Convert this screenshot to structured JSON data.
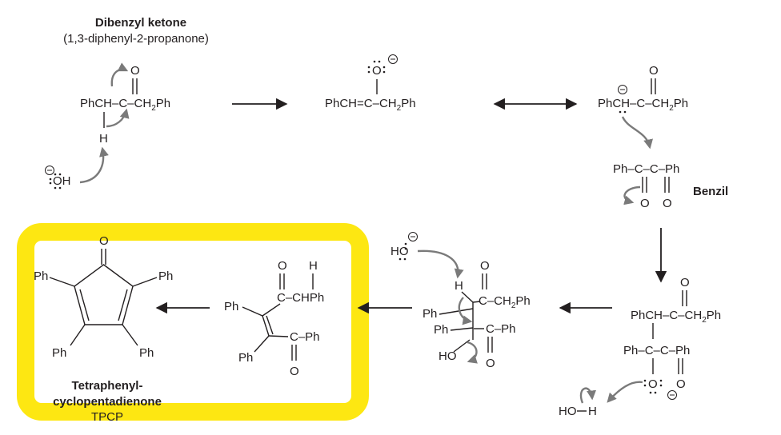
{
  "title": "Dibenzyl ketone",
  "subtitle": "(1,3-diphenyl-2-propanone)",
  "labels": {
    "ph": "Ph",
    "o": "O",
    "h": "H",
    "ho": "HO",
    "dk_chain_a": "PhCH–C–CH",
    "ch2ph": "Ph",
    "c": "C",
    "oh": "OH",
    "enolate_chain": "PhCH=C–CH",
    "carb_ph": "Ph",
    "carb_ch": "CH–C–CH",
    "benzil_top": "Ph–C–C–Ph",
    "benzil_name": "Benzil",
    "adduct_top": "PhCH–C–CH",
    "adduct_mid": "Ph–C–C–Ph",
    "chph": "C–CHPh",
    "c_ph": "C–Ph",
    "ald_ch2ph": "C–CH",
    "subscript2": "2",
    "minus": "−",
    "tpcp_name1": "Tetraphenyl-",
    "tpcp_name2": "cyclopentadienone",
    "tpcp_abbr": "TPCP"
  },
  "colors": {
    "highlight": "#fde712",
    "arrow_gray": "#7a7a7a",
    "ink": "#231f20"
  }
}
